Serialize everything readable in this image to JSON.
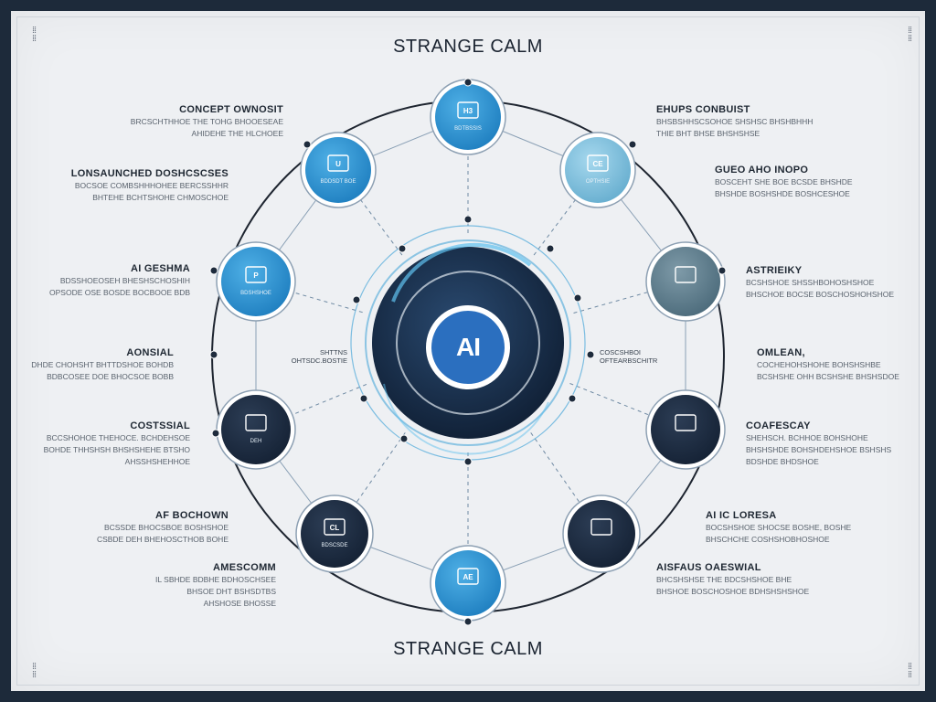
{
  "title_top": "STRANGE CALM",
  "title_bottom": "STRANGE CALM",
  "hub": {
    "label": "AI",
    "color": "#1f3556"
  },
  "hub_side_labels": {
    "left": [
      "SHTTNS",
      "OHTSDC.BOSTIE"
    ],
    "right": [
      "COSCSHBOI",
      "OFTEARBSCHITR"
    ]
  },
  "nodes": [
    {
      "id": "top",
      "icon_text": "H3",
      "sub": "BDTBSSIS",
      "style": "blue"
    },
    {
      "id": "upper-left",
      "icon_text": "U",
      "sub": "BDDSDT BOE",
      "style": "blue"
    },
    {
      "id": "upper-right",
      "icon_text": "CE",
      "sub": "OPTHSIE",
      "style": "light"
    },
    {
      "id": "left",
      "icon_text": "P",
      "sub": "BDSHSHOE",
      "style": "blue"
    },
    {
      "id": "right",
      "icon_text": "",
      "sub": "",
      "style": "slate"
    },
    {
      "id": "lower-left",
      "icon_text": "",
      "sub": "DEH",
      "style": "dark"
    },
    {
      "id": "lower-right",
      "icon_text": "",
      "sub": "",
      "style": "dark"
    },
    {
      "id": "bottom-left",
      "icon_text": "CL",
      "sub": "BDSCSDE",
      "style": "dark"
    },
    {
      "id": "bottom-right",
      "icon_text": "",
      "sub": "",
      "style": "dark"
    },
    {
      "id": "bottom",
      "icon_text": "AE",
      "sub": "",
      "style": "blue"
    }
  ],
  "labels": [
    {
      "id": "concept",
      "side": "left",
      "heading": "CONCEPT OWNOSIT",
      "lines": [
        "BRCSCHTHHOE THE TOHG BHOOESEAE",
        "AHIDEHE THE HLCHOEE"
      ]
    },
    {
      "id": "lonsaunched",
      "side": "left",
      "heading": "LONSAUNCHED DOSHCSCSES",
      "lines": [
        "BOCSOE COMBSHHHOHEE BERCSSHHR",
        "BHTEHE BCHTSHOHE CHMOSCHOE"
      ]
    },
    {
      "id": "ai-geshm",
      "side": "left",
      "heading": "AI GESHMA",
      "lines": [
        "BDSSHOEOSEH BHESHSCHOSHIH",
        "OPSODE OSE BOSDE BOCBOOE BDB"
      ]
    },
    {
      "id": "aonsial",
      "side": "left",
      "heading": "AONSIAL",
      "lines": [
        "DHDE CHOHSHT BHTTDSHOE BOHDB",
        "BDBCOSEE DOE BHOCSOE BOBB"
      ]
    },
    {
      "id": "costsial",
      "side": "left",
      "heading": "COSTSSIAL",
      "lines": [
        "BCCSHOHOE THEHOCE. BCHDEHSOE",
        "BOHDE THHSHSH BHSHSHEHE BTSHO",
        "AHSSHSHEHHOE"
      ]
    },
    {
      "id": "af-bochown",
      "side": "left",
      "heading": "AF BOCHOWN",
      "lines": [
        "BCSSDE BHOCSBOE BOSHSHOE",
        "CSBDE DEH BHEHOSCTHOB BOHE"
      ]
    },
    {
      "id": "amescomm",
      "side": "left",
      "heading": "AMESCOMM",
      "lines": [
        "IL SBHDE BDBHE BDHOSCHSEE",
        "BHSOE DHT BSHSDTBS",
        "AHSHOSE BHOSSE"
      ]
    },
    {
      "id": "ehups-conbuist",
      "side": "right",
      "heading": "EHUPS CONBUIST",
      "lines": [
        "BHSBSHHSCSOHOE SHSHSC BHSHBHHH",
        "THIE BHT BHSE BHSHSHSE"
      ]
    },
    {
      "id": "aho-inopo",
      "side": "right",
      "heading": "GUEO AHO INOPO",
      "lines": [
        "BOSCEHT SHE BOE BCSDE BHSHDE",
        "BHSHDE BOSHSHDE BOSHCESHOE"
      ]
    },
    {
      "id": "astrieiky",
      "side": "right",
      "heading": "ASTRIEIKY",
      "lines": [
        "BCSHSHOE SHSSHBOHOSHSHOE",
        "BHSCHOE BOCSE BOSCHOSHOHSHOE"
      ]
    },
    {
      "id": "omlean",
      "side": "right",
      "heading": "OMLEAN,",
      "lines": [
        "COCHEHOHSHOHE BOHSHSHBE",
        "BCSHSHE OHH BCSHSHE BHSHSDOE"
      ]
    },
    {
      "id": "coafescay",
      "side": "right",
      "heading": "COAFESCAY",
      "lines": [
        "SHEHSCH. BCHHOE BOHSHOHE",
        "BHSHSHDE BOHSHDEHSHOE BSHSHS",
        "BDSHDE BHDSHOE"
      ]
    },
    {
      "id": "aic-loresa",
      "side": "right",
      "heading": "AI IC LORESA",
      "lines": [
        "BOCSHSHOE SHOCSE BOSHE, BOSHE",
        "BHSCHCHE COSHSHOBHOSHOE"
      ]
    },
    {
      "id": "aisfaus",
      "side": "right",
      "heading": "AISFAUS OAESWIAL",
      "lines": [
        "BHCSHSHSE THE BDCSHSHOE BHE",
        "BHSHOE BOSCHOSHOE BDHSHSHSHOE"
      ]
    }
  ],
  "colors": {
    "accent_blue": "#2f8fd0",
    "light_blue": "#7cc0e0",
    "slate": "#5b7b8c",
    "dark_navy": "#1c2c42",
    "ring": "#1e2530",
    "background": "#eef0f3"
  }
}
